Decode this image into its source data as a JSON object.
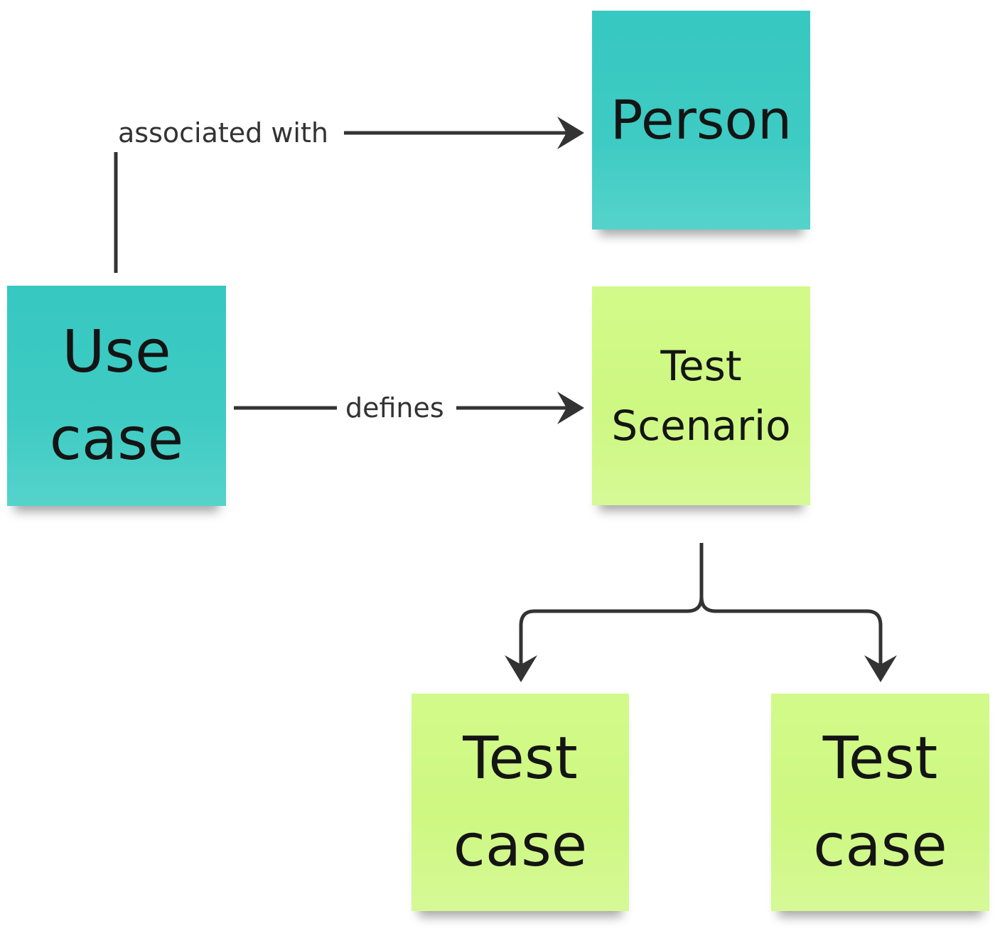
{
  "nodes": {
    "person": {
      "lines": [
        "Person"
      ],
      "color": "#3ecbc3"
    },
    "use_case": {
      "lines": [
        "Use",
        "case"
      ],
      "color": "#3ecbc3"
    },
    "test_scenario": {
      "lines": [
        "Test",
        "Scenario"
      ],
      "color": "#cdf881"
    },
    "test_case_1": {
      "lines": [
        "Test",
        "case"
      ],
      "color": "#cdf881"
    },
    "test_case_2": {
      "lines": [
        "Test",
        "case"
      ],
      "color": "#cdf881"
    }
  },
  "edges": {
    "associated_with": {
      "label": "associated with",
      "from": "Use case",
      "to": "Person"
    },
    "defines": {
      "label": "defines",
      "from": "Use case",
      "to": "Test Scenario"
    },
    "branch": {
      "label": "",
      "from": "Test Scenario",
      "to": [
        "Test case",
        "Test case"
      ]
    }
  },
  "colors": {
    "connector": "#333333"
  }
}
